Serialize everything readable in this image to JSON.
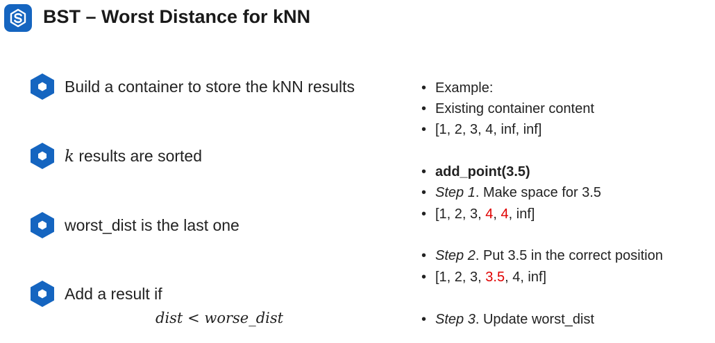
{
  "header": {
    "logo_icon": "s-logo-icon",
    "title": "BST – Worst Distance for kNN"
  },
  "colors": {
    "accent": "#1565c0",
    "highlight": "#e00000"
  },
  "left_items": [
    {
      "text": "Build a container to store the kNN results"
    },
    {
      "var": "k",
      "text": " results are sorted"
    },
    {
      "text": "worst_dist is the last one"
    },
    {
      "text": "Add a result if",
      "formula": {
        "lhs": "dist",
        "op": "<",
        "rhs": "worse_dist"
      }
    }
  ],
  "right": {
    "bullet": "•",
    "example_label": "Example:",
    "existing_label": "Existing container content",
    "initial_list": "[1, 2, 3, 4, inf, inf]",
    "add_point": "add_point(3.5)",
    "step1": {
      "label": "Step 1",
      "text": ". Make space for 3.5"
    },
    "list1": {
      "pre": "[1, 2, 3, ",
      "hl1": "4",
      "sep": ", ",
      "hl2": "4",
      "post": ", inf]"
    },
    "step2": {
      "label": "Step 2",
      "text": ". Put 3.5 in the correct position"
    },
    "list2": {
      "pre": "[1, 2, 3, ",
      "hl": "3.5",
      "post": ", 4, inf]"
    },
    "step3": {
      "label": "Step 3",
      "text": ". Update worst_dist"
    }
  }
}
